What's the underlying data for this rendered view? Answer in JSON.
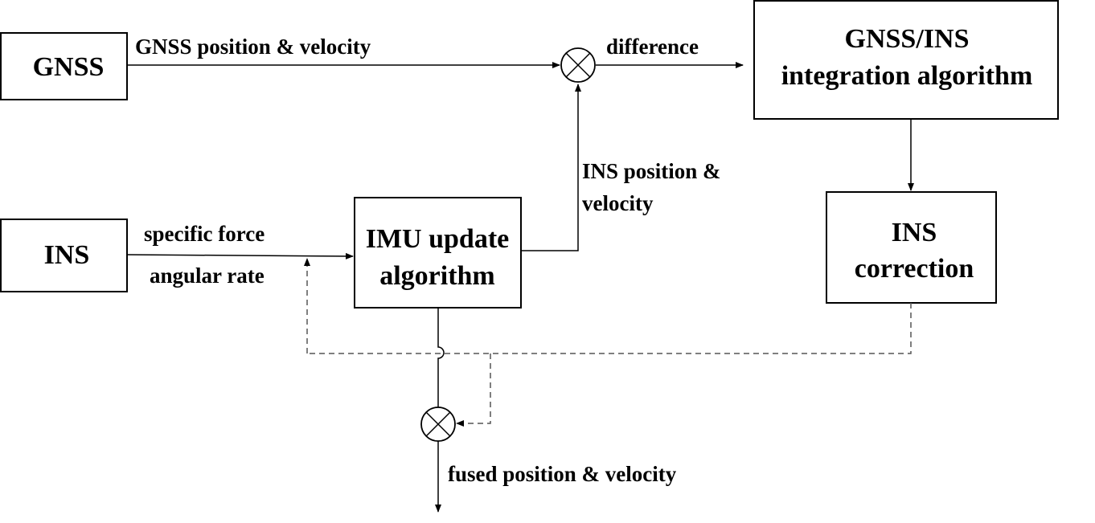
{
  "blocks": {
    "gnss": "GNSS",
    "ins": "INS",
    "imu_line1": "IMU update",
    "imu_line2": "algorithm",
    "integration_line1": "GNSS/INS",
    "integration_line2": "integration algorithm",
    "correction_line1": "INS",
    "correction_line2": "correction"
  },
  "labels": {
    "gnss_output": "GNSS position & velocity",
    "difference": "difference",
    "ins_output_line1": "INS position &",
    "ins_output_line2": "velocity",
    "specific_force": "specific force",
    "angular_rate": "angular rate",
    "fused_output": "fused position & velocity"
  }
}
